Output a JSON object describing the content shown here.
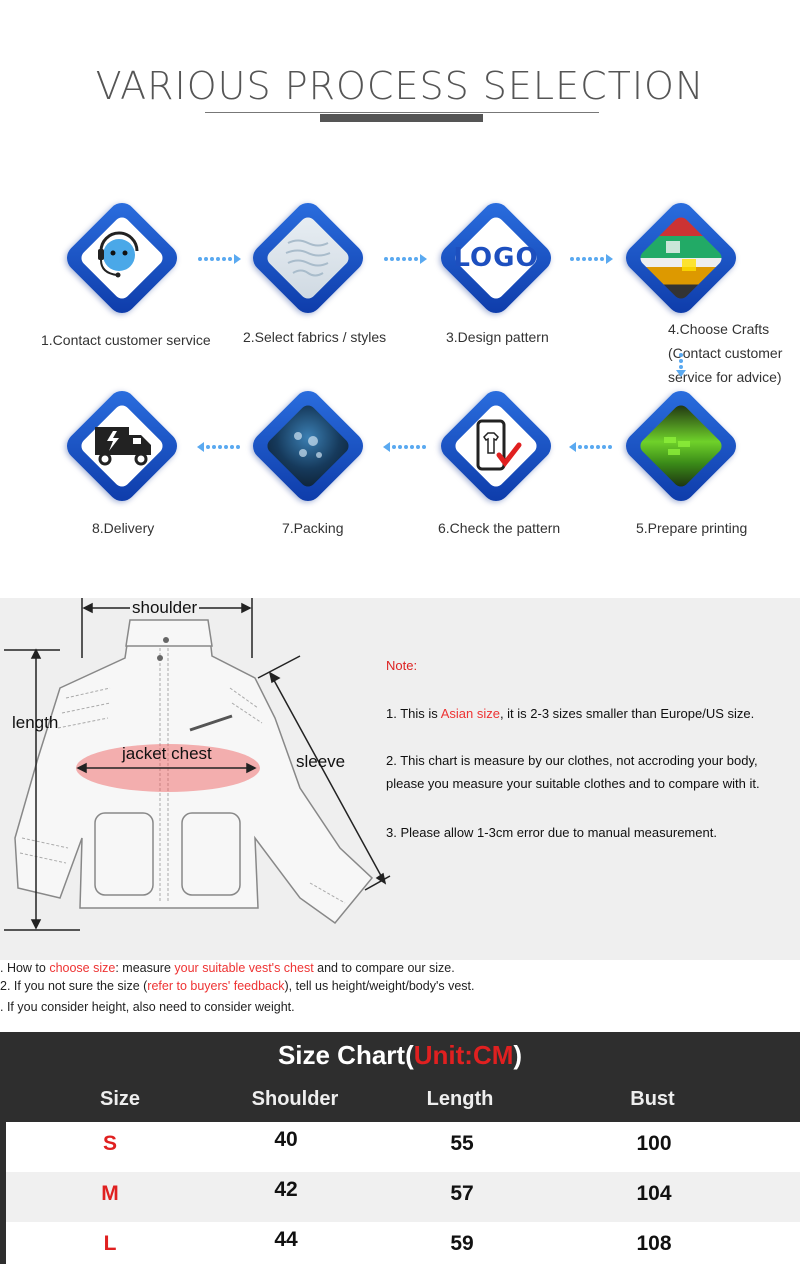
{
  "process": {
    "title": "VARIOUS PROCESS SELECTION",
    "logo_text": "LOGO",
    "steps": [
      {
        "label": "1.Contact customer service",
        "icon": "headset-icon"
      },
      {
        "label": "2.Select fabrics / styles",
        "icon": "fabric-icon"
      },
      {
        "label": "3.Design pattern",
        "icon": "logo-icon"
      },
      {
        "label_lines": [
          "4.Choose Crafts",
          "(Contact customer",
          "service for advice)"
        ],
        "icon": "crafts-icon"
      },
      {
        "label": "5.Prepare printing",
        "icon": "printing-icon"
      },
      {
        "label": "6.Check the pattern",
        "icon": "phone-check-icon"
      },
      {
        "label": "7.Packing",
        "icon": "packing-icon"
      },
      {
        "label": "8.Delivery",
        "icon": "truck-icon"
      }
    ]
  },
  "measure": {
    "labels": {
      "shoulder": "shoulder",
      "length": "length",
      "chest": "jacket chest",
      "sleeve": "sleeve"
    },
    "note_title": "Note:",
    "note1": {
      "a": "1. This is ",
      "b": "Asian size",
      "c": ", it is 2-3 sizes smaller than Europe/US size."
    },
    "note2_line1": "2. This chart is measure by our clothes, not accroding your body,",
    "note2_line2": "please you measure your suitable clothes and to compare with it.",
    "note3": "3. Please allow 1-3cm error due to manual measurement."
  },
  "tips": {
    "t1": {
      "a": ". How to ",
      "b": "choose size",
      "c": ": measure ",
      "d": "your suitable vest's chest",
      "e": " and to compare our size."
    },
    "t2": {
      "a": "2. If you not sure the size (",
      "b": "refer to buyers' feedback",
      "c": "), tell us height/weight/body's vest."
    },
    "t3": ". If you consider height, also need to consider weight."
  },
  "size_chart": {
    "title_prefix": "Size Chart(",
    "title_unit": "Unit:CM",
    "title_suffix": ")",
    "headers": [
      "Size",
      "Shoulder",
      "Length",
      "Bust"
    ],
    "rows": [
      {
        "size": "S",
        "shoulder": "40",
        "length": "55",
        "bust": "100"
      },
      {
        "size": "M",
        "shoulder": "42",
        "length": "57",
        "bust": "104"
      },
      {
        "size": "L",
        "shoulder": "44",
        "length": "59",
        "bust": "108"
      }
    ]
  },
  "colors": {
    "accent_blue": "#1f5fd0",
    "note_red": "#e33333",
    "chart_bg": "#2e2e2e"
  }
}
